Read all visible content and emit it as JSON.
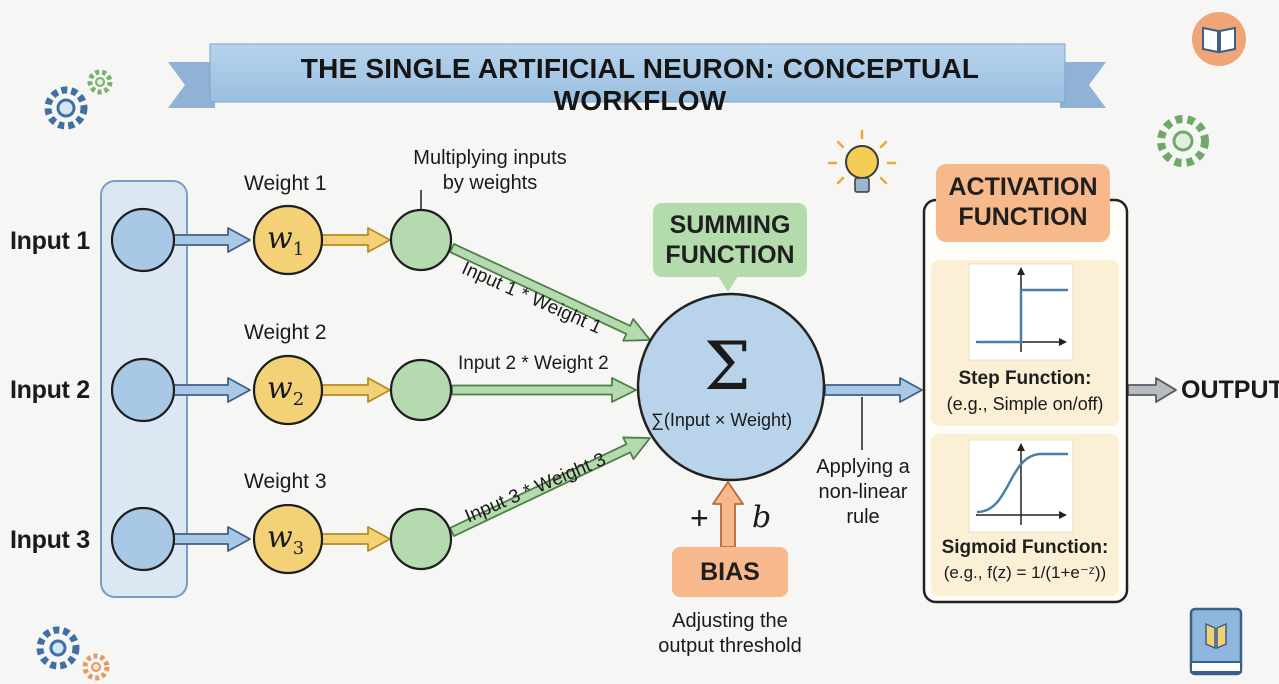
{
  "title": "THE SINGLE ARTIFICIAL NEURON: CONCEPTUAL WORKFLOW",
  "inputs": [
    {
      "label": "Input 1",
      "weight_label": "Weight 1",
      "weight_symbol": "w",
      "weight_index": "1",
      "edge_label": "Input 1 * Weight 1"
    },
    {
      "label": "Input 2",
      "weight_label": "Weight 2",
      "weight_symbol": "w",
      "weight_index": "2",
      "edge_label": "Input 2 * Weight 2"
    },
    {
      "label": "Input 3",
      "weight_label": "Weight 3",
      "weight_symbol": "w",
      "weight_index": "3",
      "edge_label": "Input 3 * Weight 3"
    }
  ],
  "multiply_note": {
    "line1": "Multiplying inputs",
    "line2": "by weights"
  },
  "summing": {
    "tag_line1": "SUMMING",
    "tag_line2": "FUNCTION",
    "symbol": "Σ",
    "formula": "∑(Input × Weight)"
  },
  "bias": {
    "label": "BIAS",
    "plus": "+",
    "symbol": "b",
    "note_line1": "Adjusting the",
    "note_line2": "output threshold"
  },
  "nonlinear_note": {
    "line1": "Applying a",
    "line2": "non-linear",
    "line3": "rule"
  },
  "activation": {
    "title_line1": "ACTIVATION",
    "title_line2": "FUNCTION",
    "step": {
      "name": "Step Function:",
      "desc": "(e.g., Simple on/off)"
    },
    "sigmoid": {
      "name": "Sigmoid Function:",
      "desc": "(e.g., f(z) = 1/(1+e⁻ᶻ))"
    }
  },
  "output": "OUTPUT",
  "colors": {
    "input_node": "#a9c8e6",
    "weight_node": "#f3d277",
    "product_node": "#b5dab0",
    "arrow_blue": "#6f8db5",
    "arrow_yellow": "#e7b546",
    "arrow_green": "#84b67a",
    "banner": "#a9c9e6",
    "summing_tag": "#b3dbab",
    "activation_tag": "#f7b98c",
    "bias_tag": "#f7b98c",
    "activation_panel": "#fbefd6"
  },
  "icons": [
    "gears-icon",
    "book-icon",
    "lightbulb-icon"
  ]
}
